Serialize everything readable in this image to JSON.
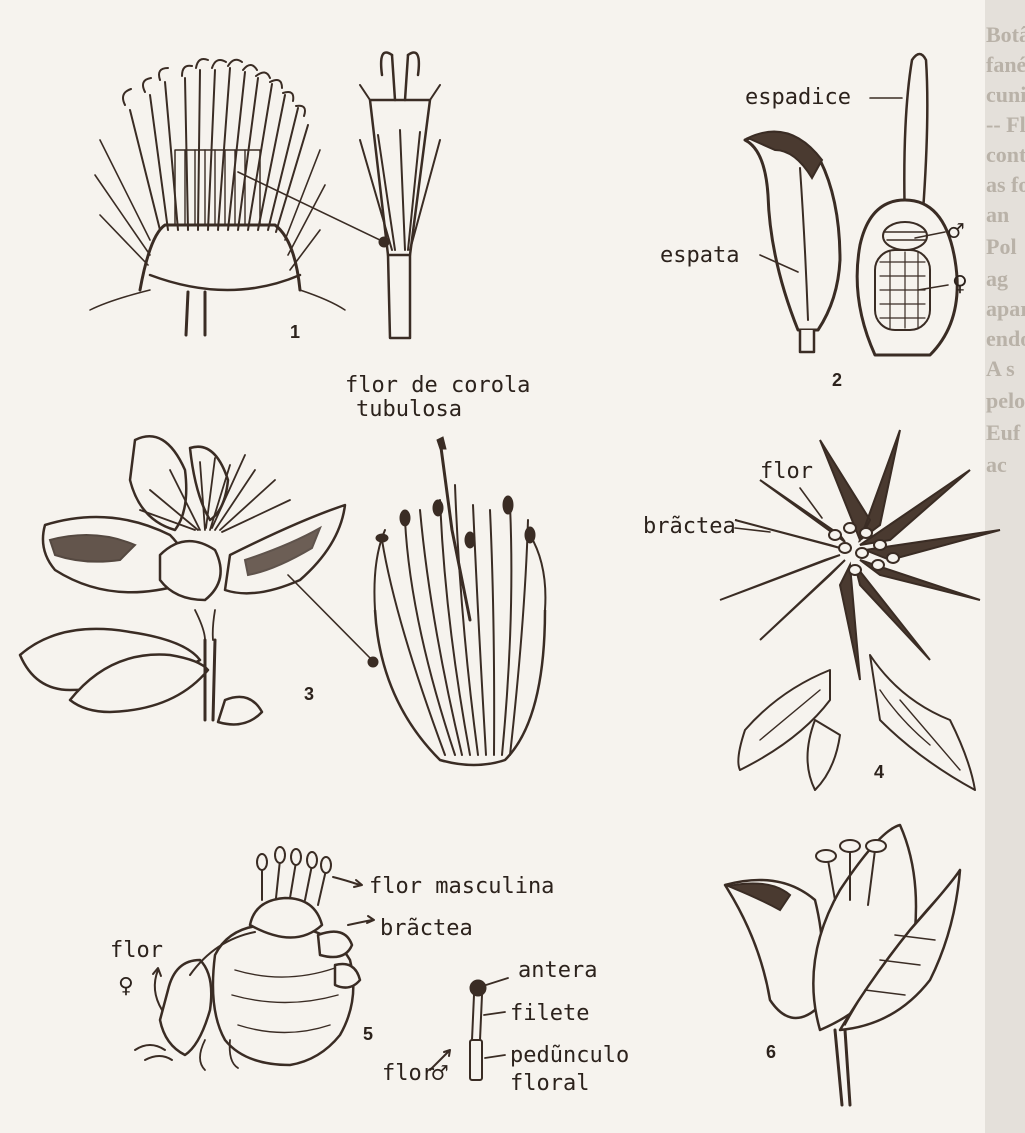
{
  "figures": [
    {
      "number": "1"
    },
    {
      "number": "2",
      "labels": {
        "spadix": "espadice",
        "spathe": "espata",
        "male": "♂",
        "female": "♀"
      }
    },
    {
      "number": "3",
      "caption_line1": "flor de corola",
      "caption_line2": "tubulosa"
    },
    {
      "number": "4",
      "labels": {
        "flower": "flor",
        "bract": "brãctea"
      }
    },
    {
      "number": "5",
      "labels": {
        "male_flower": "flor masculina",
        "bract": "brãctea",
        "female_flower": "flor",
        "female_symbol": "♀",
        "anther": "antera",
        "filament": "filete",
        "peduncle_line1": "pedũnculo",
        "peduncle_line2": "floral",
        "male_detail": "flor",
        "male_symbol": "♂"
      }
    },
    {
      "number": "6"
    }
  ],
  "bleed_text": [
    "Botân",
    "fanér",
    "cuni",
    "-- Flo",
    "conta",
    "as fo",
    "an",
    "Pol",
    "ag",
    "apare",
    "endo",
    "A s",
    "pelo",
    "Euf",
    "ac"
  ],
  "colors": {
    "paper": "#f6f3ee",
    "ink": "#3a2c24"
  }
}
